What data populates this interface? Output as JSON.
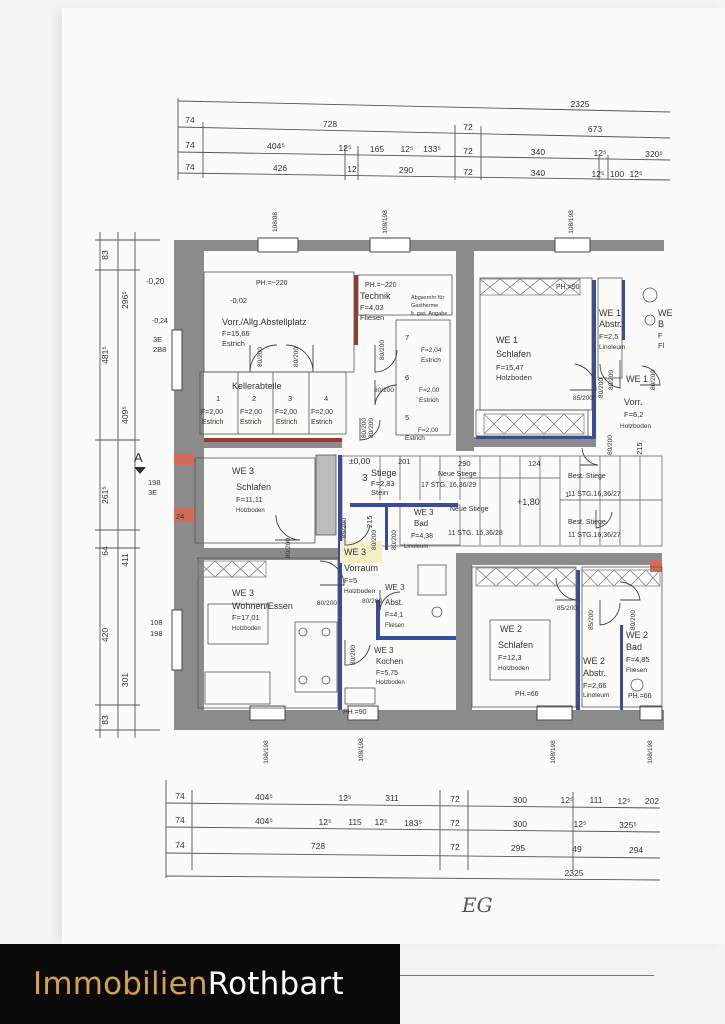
{
  "plan": {
    "floor_label": "EG",
    "section_marker": "A",
    "dims_top": {
      "total": "2325",
      "row1": [
        "74",
        "728",
        "72",
        "673"
      ],
      "row2": [
        "74",
        "404⁵",
        "12⁵",
        "165",
        "12⁵",
        "133⁵",
        "72",
        "340",
        "12⁵",
        "320⁵"
      ],
      "row3": [
        "74",
        "426",
        "12",
        "290",
        "72",
        "340",
        "12⁵",
        "100",
        "12⁵"
      ]
    },
    "dims_bottom": {
      "row1": [
        "74",
        "404⁵",
        "12⁵",
        "311",
        "72",
        "300",
        "12⁵",
        "111",
        "12⁵",
        "202"
      ],
      "row2": [
        "74",
        "404⁵",
        "12⁵",
        "115",
        "12⁵",
        "183⁵",
        "72",
        "300",
        "12⁵",
        "325⁵"
      ],
      "row3": [
        "74",
        "728",
        "72",
        "295",
        "49",
        "294"
      ],
      "total": "2325"
    },
    "dims_left": [
      "83",
      "296⁵",
      "481⁵",
      "409⁵",
      "261⁵",
      "64",
      "411",
      "420",
      "301",
      "83"
    ],
    "window_tags": [
      "108/88",
      "108/198",
      "108/198",
      "108/198",
      "108/198",
      "108/198",
      "108/198"
    ],
    "heights": [
      "-0,20",
      "PH.=~220",
      "PH.=~220",
      "PH.=90",
      "PH.=66",
      "PH.=66",
      "PH.=90"
    ],
    "levels": [
      "±0,00",
      "+1,80",
      "-0,24"
    ],
    "rooms": [
      {
        "lines": [
          "-0,02",
          "Vorr./Allg.Abstellplatz",
          "F=15,66",
          "Estrich"
        ]
      },
      {
        "lines": [
          "Technik",
          "F=4,03",
          "Fliesen"
        ]
      },
      {
        "lines": [
          "Abgasrohr für",
          "Gastherme",
          "lt. gas. Angabe"
        ]
      },
      {
        "lines": [
          "Kellerabteile"
        ]
      },
      {
        "lines": [
          "1",
          "F=2,00",
          "Estrich"
        ]
      },
      {
        "lines": [
          "2",
          "F=2,00",
          "Estrich"
        ]
      },
      {
        "lines": [
          "3",
          "F=2,00",
          "Estrich"
        ]
      },
      {
        "lines": [
          "4",
          "F=2,00",
          "Estrich"
        ]
      },
      {
        "lines": [
          "7",
          "F=2,04",
          "Estrich"
        ]
      },
      {
        "lines": [
          "6",
          "F=2,00",
          "Estrich"
        ]
      },
      {
        "lines": [
          "5",
          "F=2,00",
          "Estrich"
        ]
      },
      {
        "lines": [
          "WE 1",
          "Schlafen",
          "F=15,47",
          "Holzboden"
        ]
      },
      {
        "lines": [
          "WE 1",
          "Abstr.",
          "F=2,5",
          "Linoleum"
        ]
      },
      {
        "lines": [
          "WE",
          "B",
          "F",
          "Fl"
        ]
      },
      {
        "lines": [
          "WE 1",
          "Vorr.",
          "F=6,2",
          "Holzboden"
        ]
      },
      {
        "lines": [
          "WE 3",
          "Schlafen",
          "F=11,11",
          "Holzboden"
        ]
      },
      {
        "lines": [
          "Stiege",
          "F=2,83",
          "Stein"
        ]
      },
      {
        "lines": [
          "Neue Stiege",
          "17 STG. 16,36/29"
        ]
      },
      {
        "lines": [
          "WE 3",
          "Bad",
          "F=4,38",
          "Linoleum"
        ]
      },
      {
        "lines": [
          "Neue Stiege",
          "11 STG. 16,36/28"
        ]
      },
      {
        "lines": [
          "Best. Stiege",
          "11 STG.16,36/27"
        ]
      },
      {
        "lines": [
          "Best. Stiege",
          "11 STG.16,36/27"
        ]
      },
      {
        "lines": [
          "WE 3",
          "Vorraum",
          "F=5",
          "Holzboden"
        ]
      },
      {
        "lines": [
          "WE 3",
          "Abst.",
          "F=4,1",
          "Fliesen"
        ]
      },
      {
        "lines": [
          "WE 3",
          "Wohnen/Essen",
          "F=17,01",
          "Holzboden"
        ]
      },
      {
        "lines": [
          "WE 3",
          "Kochen",
          "F=5,75",
          "Holzboden"
        ]
      },
      {
        "lines": [
          "WE 2",
          "Schlafen",
          "F=12,3",
          "Holzboden"
        ]
      },
      {
        "lines": [
          "WE 2",
          "Abstr.",
          "F=2,66",
          "Linoleum"
        ]
      },
      {
        "lines": [
          "WE 2",
          "Bad",
          "F=4,85",
          "Fliesen"
        ]
      }
    ],
    "doors": [
      "80/200",
      "80/200",
      "80/200",
      "80/200",
      "80/200",
      "80/200",
      "85/200",
      "80/200",
      "80/200",
      "80/200",
      "80/200",
      "80/200",
      "80/200",
      "85/200",
      "85/200",
      "80/200",
      "80/200",
      "80/200",
      "80/200",
      "85/200",
      "80/200"
    ],
    "misc": [
      "1",
      "215",
      "290",
      "124",
      "3",
      "90",
      "201",
      "10",
      "215",
      "108",
      "198",
      "3E",
      "2B8",
      "24"
    ]
  },
  "brand": {
    "first": "Immobilien",
    "second": "Rothbart"
  },
  "colors": {
    "wall": "#8b8b8b",
    "blue_wall": "#3a4a9c",
    "brown_wall": "#9a3a2a",
    "highlight": "#f5f0c8",
    "brand_gold": "#d6a04c"
  }
}
